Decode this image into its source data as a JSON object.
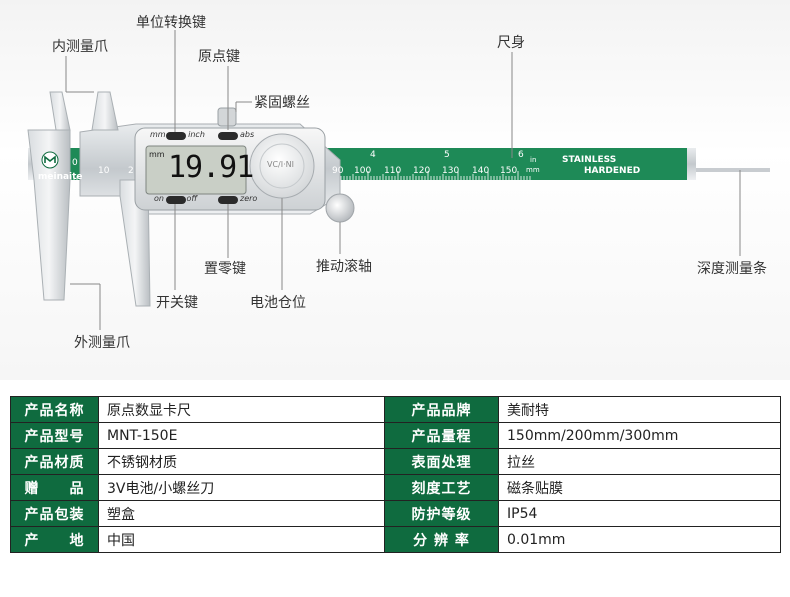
{
  "callouts": {
    "inner_jaw": "内测量爪",
    "unit_key": "单位转换键",
    "origin_key": "原点键",
    "lock_screw": "紧固螺丝",
    "main_body": "尺身",
    "outer_jaw": "外测量爪",
    "power_key": "开关键",
    "zero_key": "置零键",
    "battery": "电池仓位",
    "thumb_roller": "推动滚轴",
    "depth_rod": "深度测量条"
  },
  "device": {
    "brand": "meinaite",
    "lcd_unit": "mm",
    "reading": "19.91",
    "btn_top_left": "mm",
    "btn_top_left_b": "inch",
    "btn_top_right": "abs",
    "btn_bot_left": "on",
    "btn_bot_left_b": "off",
    "btn_bot_right": "zero",
    "scale_left": [
      "0",
      "10",
      "2"
    ],
    "scale_right": [
      "90",
      "100",
      "110",
      "120",
      "130",
      "140",
      "150"
    ],
    "inch_marks": [
      "4",
      "5",
      "6"
    ],
    "scale_units": [
      "in",
      "mm"
    ],
    "stainless_line1": "STAINLESS",
    "stainless_line2": "HARDENED",
    "battery_glyph": "VC/I·NI"
  },
  "specs": [
    [
      "产品名称",
      "原点数显卡尺",
      "产品品牌",
      "美耐特"
    ],
    [
      "产品型号",
      "MNT-150E",
      "产品量程",
      "150mm/200mm/300mm"
    ],
    [
      "产品材质",
      "不锈钢材质",
      "表面处理",
      "拉丝"
    ],
    [
      "赠　　品",
      "3V电池/小螺丝刀",
      "刻度工艺",
      "磁条贴膜"
    ],
    [
      "产品包装",
      "塑盒",
      "防护等级",
      "IP54"
    ],
    [
      "产　　地",
      "中国",
      "分 辨 率",
      "0.01mm"
    ]
  ],
  "colors": {
    "brand_green": "#0f6b3f",
    "scale_green": "#1e8a57",
    "steel": "#cfd3d6",
    "lcd": "#c9cfc6"
  }
}
